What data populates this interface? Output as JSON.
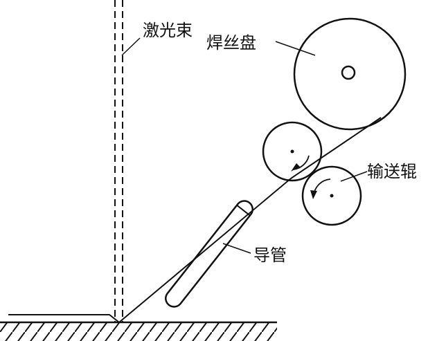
{
  "labels": {
    "laser_beam": "激光束",
    "wire_spool": "焊丝盘",
    "feed_rollers": "输送辊",
    "guide_tube": "导管"
  },
  "colors": {
    "line": "#111111",
    "background": "#ffffff"
  }
}
